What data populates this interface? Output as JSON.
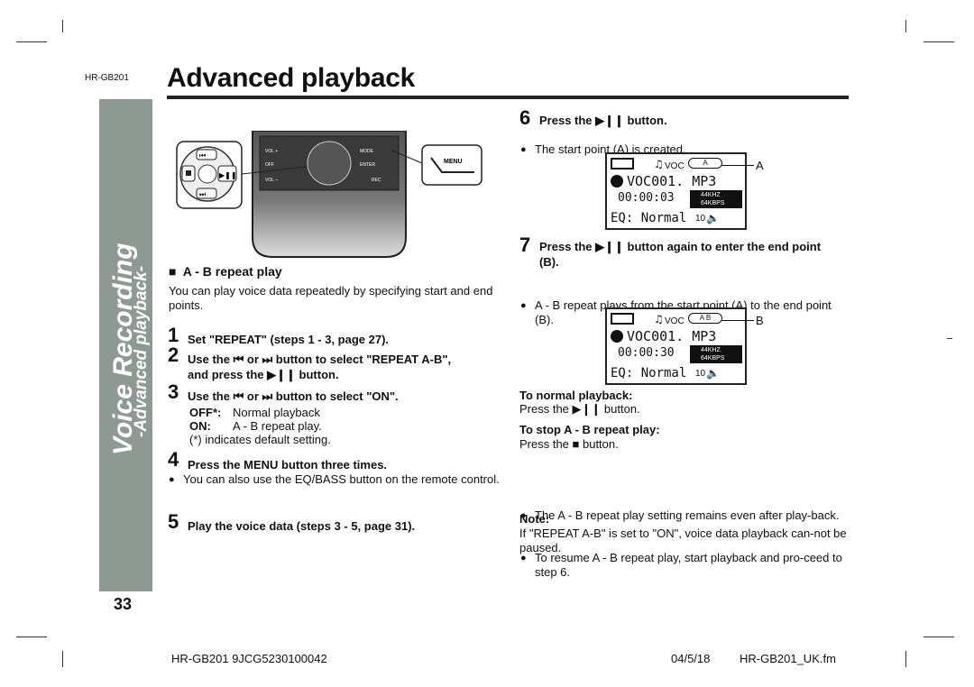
{
  "header": {
    "model": "HR-GB201",
    "title": "Advanced playback"
  },
  "side_tab": {
    "main": "Voice Recording",
    "sub": "-Advanced playback-"
  },
  "page_number": "33",
  "device": {
    "menu_label": "MENU",
    "vol_plus": "VOL +",
    "vol_minus": "VOL –",
    "off": "OFF",
    "enter": "ENTER",
    "rec": "REC",
    "mode": "MODE"
  },
  "left": {
    "section_title": "A - B repeat play",
    "intro": "You can play voice data repeatedly by specifying start and end points.",
    "steps": [
      {
        "num": "1",
        "text": "Set \"REPEAT\" (steps 1 - 3, page 27)."
      },
      {
        "num": "2",
        "text_a": "Use the ⏮ or ⏭ button to select \"REPEAT A-B\",",
        "text_b": "and press the ▶❙❙ button."
      },
      {
        "num": "3",
        "text": "Use the ⏮ or ⏭ button to select \"ON\"."
      },
      {
        "num": "4",
        "text": "Press the MENU button three times."
      },
      {
        "num": "5",
        "text": "Play the voice data (steps 3 - 5, page 31)."
      }
    ],
    "options": [
      {
        "key": "OFF*:",
        "value": "Normal playback"
      },
      {
        "key": "ON:",
        "value": "A - B repeat play."
      }
    ],
    "default_note": "(*) indicates default setting.",
    "step4_bullet": "You can also use the EQ/BASS button on the remote control."
  },
  "right": {
    "step6": {
      "num": "6",
      "text": "Press the ▶❙❙ button.",
      "bullet": "The start point (A) is created."
    },
    "lcd1": {
      "voc": "VOC",
      "repeat": "A",
      "file": "VOC001. MP3",
      "time": "00:00:03",
      "khz": "44KHZ",
      "kbps": "64KBPS",
      "eq": "EQ: Normal",
      "vol": "10",
      "callout": "A"
    },
    "step7": {
      "num": "7",
      "text_a": "Press the ▶❙❙ button again to enter the end point",
      "text_b": "(B).",
      "bullet": "A - B repeat plays from the start point (A) to the end point (B)."
    },
    "lcd2": {
      "voc": "VOC",
      "repeat": "A B",
      "file": "VOC001. MP3",
      "time": "00:00:30",
      "khz": "44KHZ",
      "kbps": "64KBPS",
      "eq": "EQ: Normal",
      "vol": "10",
      "callout": "B"
    },
    "normal": {
      "title": "To normal playback:",
      "text": "Press the ▶❙❙ button."
    },
    "stop": {
      "title": "To stop A - B repeat play:",
      "text": "Press the ■ button.",
      "bullets": [
        "The A - B repeat play setting remains even after play-back.",
        "To resume A - B repeat play, start playback and pro-ceed to step 6."
      ]
    },
    "note": {
      "title": "Note:",
      "text": "If \"REPEAT A-B\" is set to \"ON\", voice data playback can-not be paused."
    }
  },
  "footer": {
    "code": "HR-GB201 9JCG5230100042",
    "date": "04/5/18",
    "file": "HR-GB201_UK.fm"
  }
}
